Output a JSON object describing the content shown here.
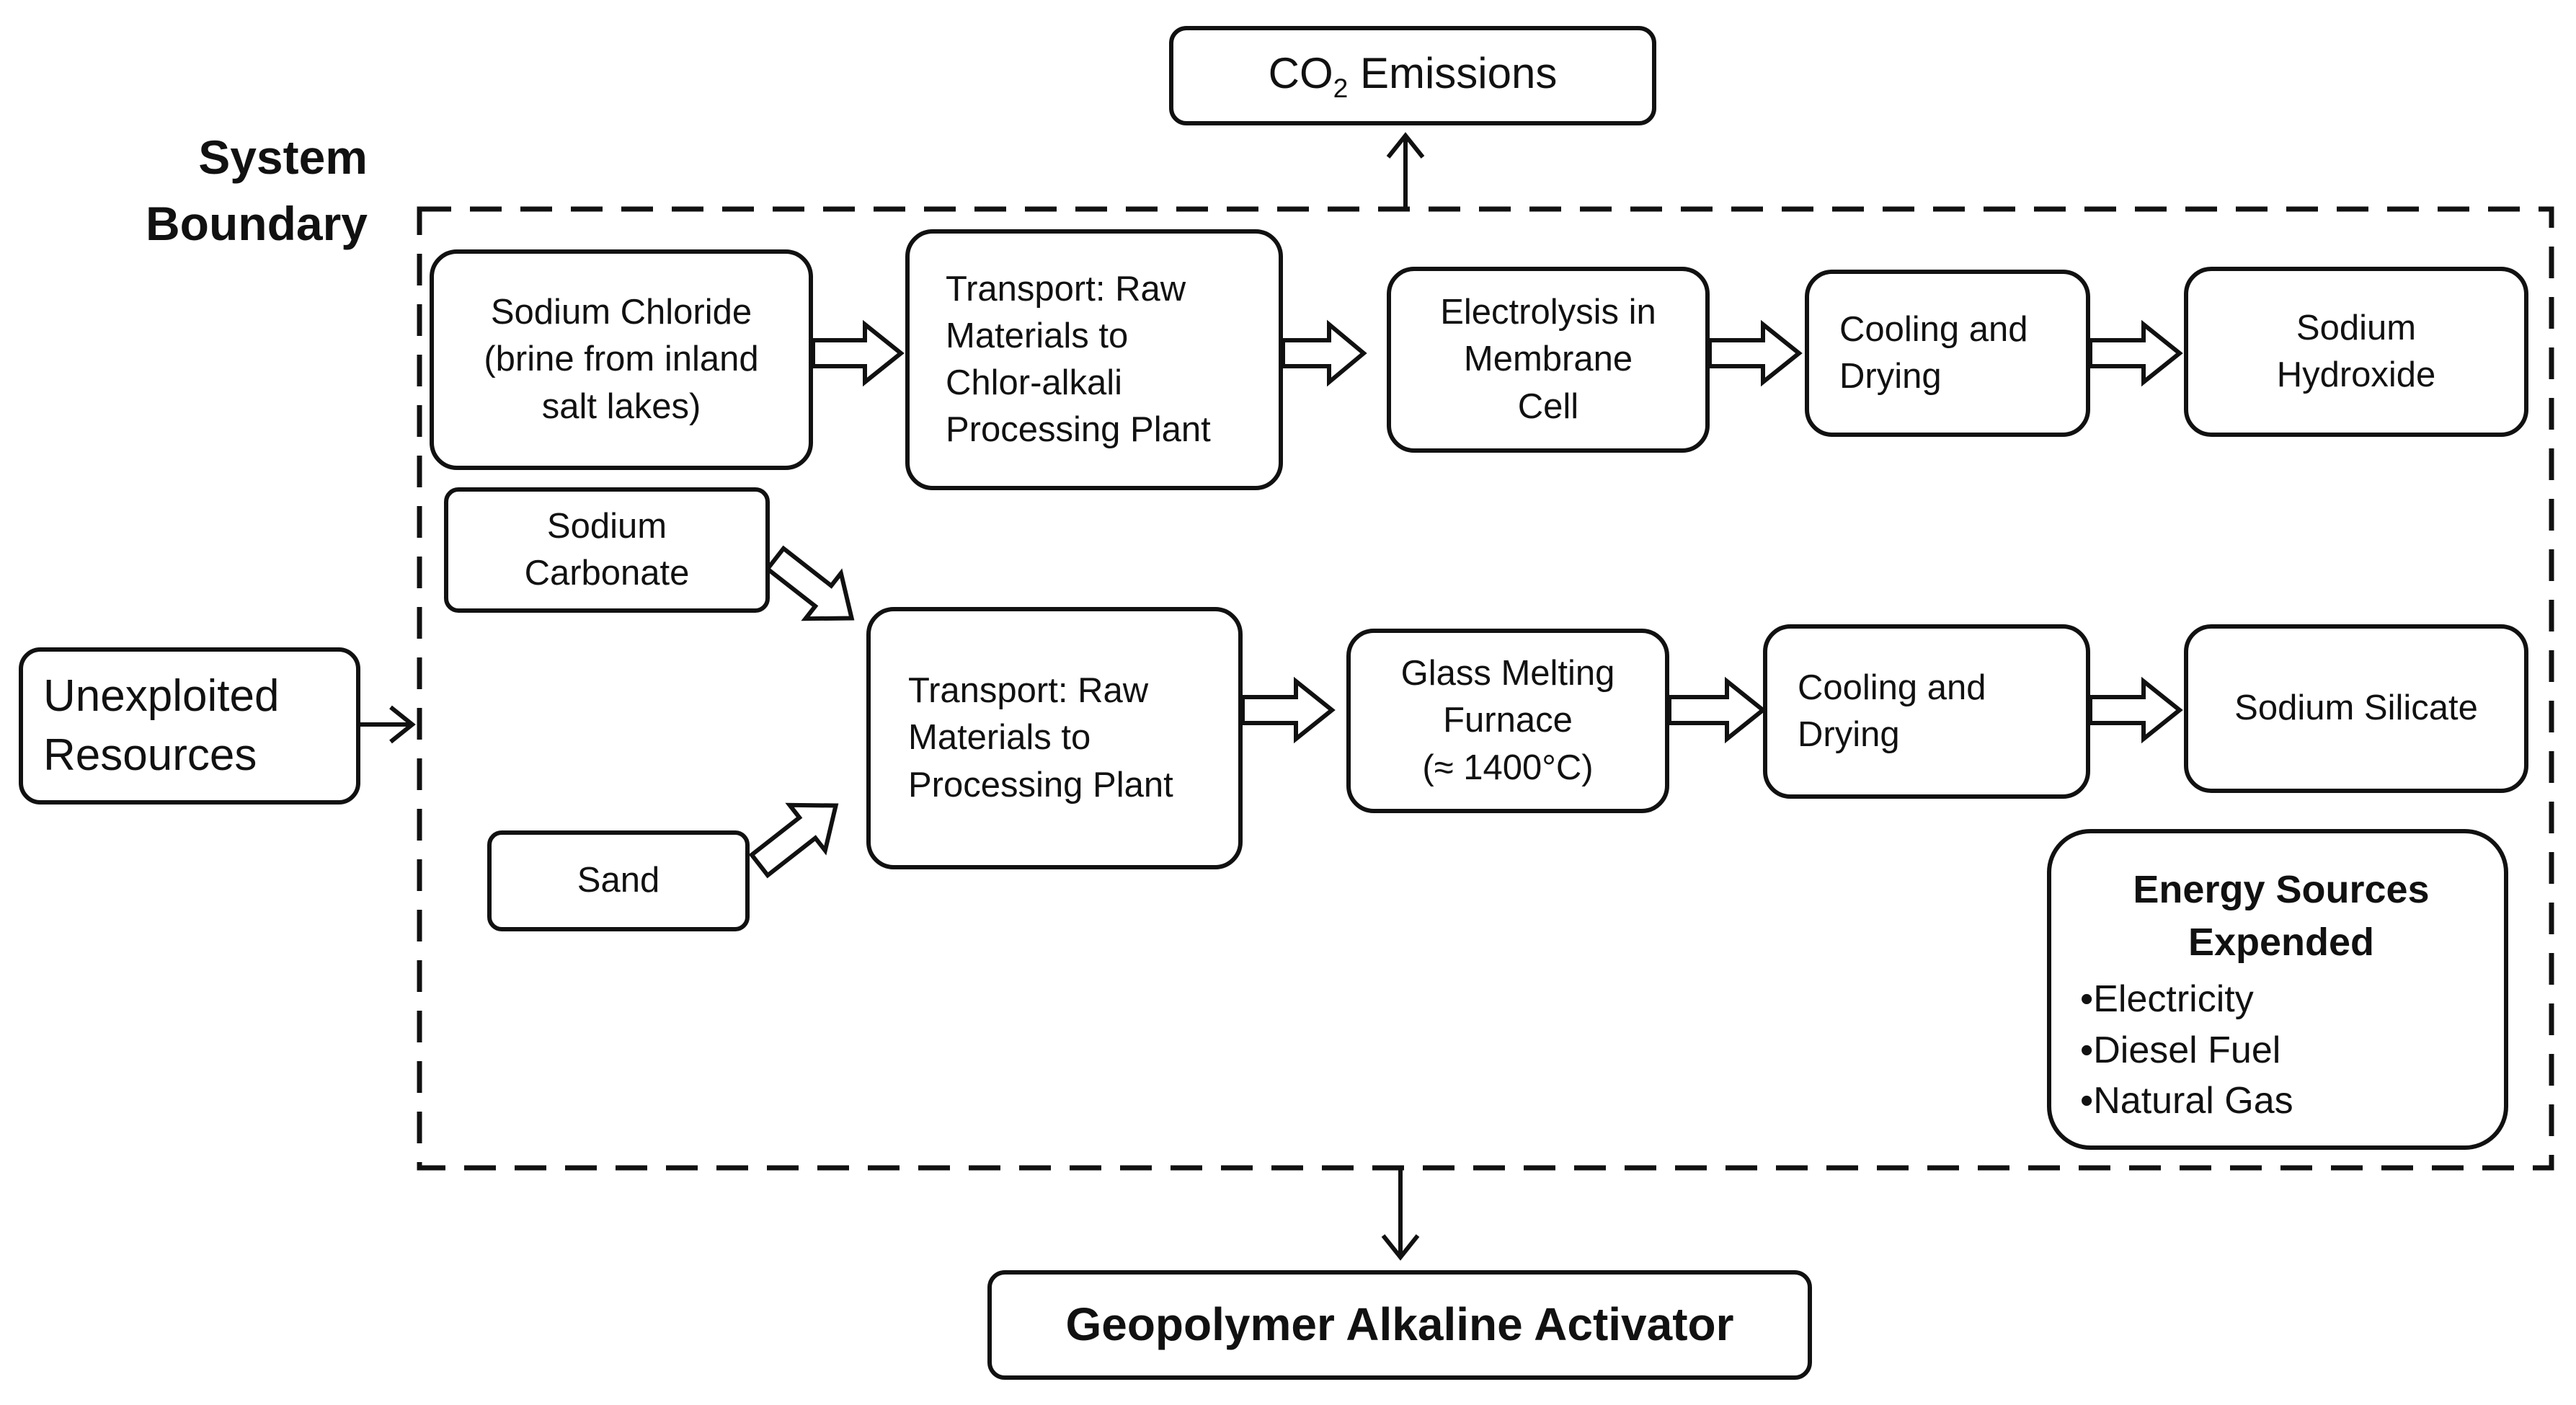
{
  "diagram": {
    "system_boundary_label": "System\nBoundary",
    "co2": {
      "prefix": "CO",
      "sub": "2",
      "suffix": " Emissions"
    },
    "unexploited_resources": "Unexploited\nResources",
    "output": "Geopolymer Alkaline Activator",
    "hydroxide_row": {
      "sodium_chloride": "Sodium Chloride\n(brine from inland\nsalt lakes)",
      "transport": "Transport: Raw\nMaterials to\nChlor-alkali\nProcessing Plant",
      "electrolysis": "Electrolysis in\nMembrane\nCell",
      "cooling": "Cooling and\nDrying",
      "product": "Sodium\nHydroxide"
    },
    "silicate_row": {
      "sodium_carbonate": "Sodium\nCarbonate",
      "sand": "Sand",
      "transport": "Transport: Raw\nMaterials to\nProcessing Plant",
      "furnace": "Glass Melting\nFurnace\n(≈ 1400°C)",
      "cooling": "Cooling and\nDrying",
      "product": "Sodium Silicate"
    },
    "energy_sources": {
      "title": "Energy Sources\nExpended",
      "items": [
        "Electricity",
        "Diesel Fuel",
        "Natural Gas"
      ]
    }
  }
}
